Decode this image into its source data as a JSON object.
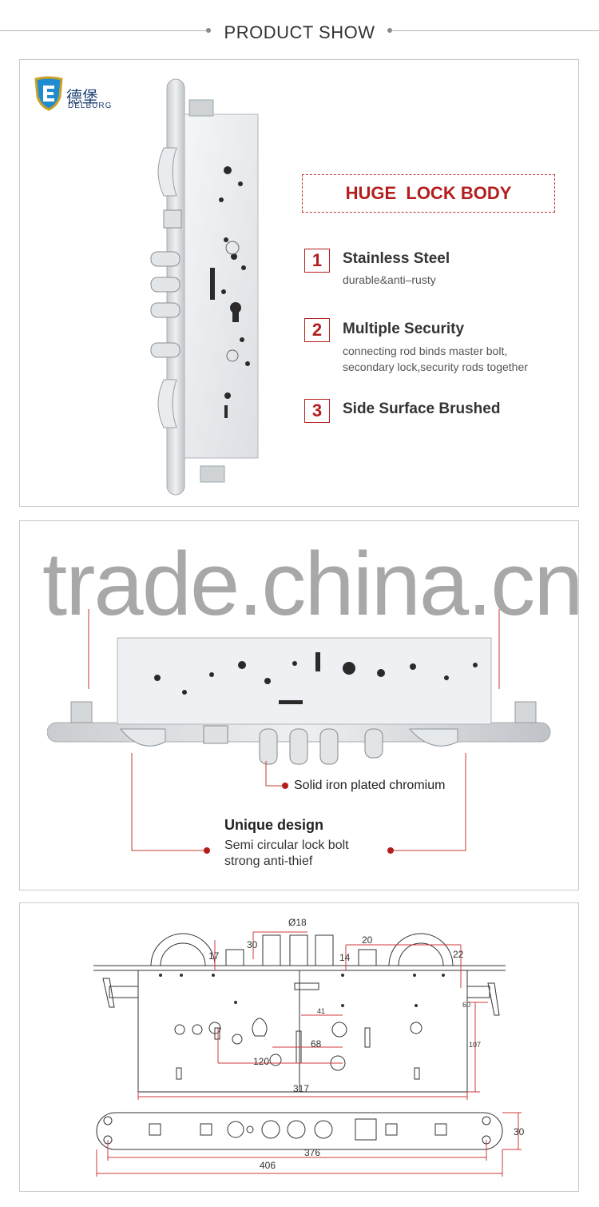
{
  "header": {
    "title": "PRODUCT SHOW"
  },
  "brand": {
    "name_cn": "德堡",
    "name_en": "DELBURG"
  },
  "section1": {
    "heading": "HUGE  LOCK BODY",
    "features": [
      {
        "num": "1",
        "title": "Stainless Steel",
        "desc": [
          "durable&anti–rusty"
        ]
      },
      {
        "num": "2",
        "title": "Multiple Security",
        "desc": [
          "connecting rod binds master bolt,",
          "secondary lock,security rods together"
        ]
      },
      {
        "num": "3",
        "title": "Side Surface Brushed",
        "desc": []
      }
    ]
  },
  "section2": {
    "watermark": "trade.china.cn",
    "callout": "Solid iron plated chromium",
    "unique_title": "Unique design",
    "unique_lines": [
      "Semi circular lock bolt",
      "strong anti-thief"
    ]
  },
  "drawing": {
    "dims": {
      "d18": "Ø18",
      "d30": "30",
      "d20": "20",
      "d17": "17",
      "d14": "14",
      "d22": "22",
      "d60": "60",
      "d107": "107",
      "d41": "41",
      "d68": "68",
      "d120": "120",
      "d317": "317",
      "d376": "376",
      "d406": "406",
      "d30b": "30"
    }
  },
  "colors": {
    "accent": "#b51d1d",
    "brand": "#1d3f73",
    "dimension_line": "#d23b3b"
  }
}
